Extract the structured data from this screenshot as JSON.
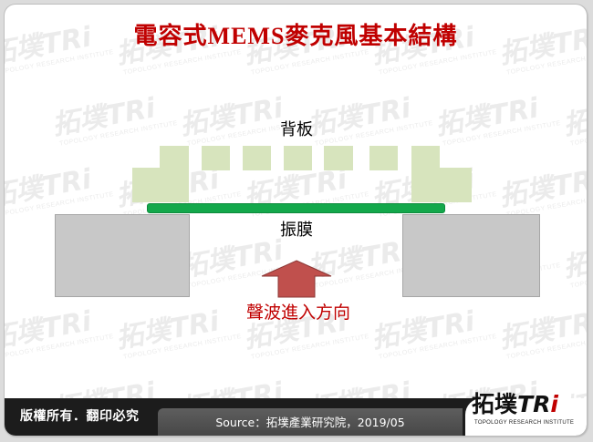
{
  "slide": {
    "title": "電容式MEMS麥克風基本結構"
  },
  "watermark": {
    "logo": "拓墣TRi",
    "tagline": "TOPOLOGY RESEARCH INSTITUTE"
  },
  "diagram": {
    "backplate_label": "背板",
    "diaphragm_label": "振膜",
    "arrow_label": "聲波進入方向"
  },
  "footer": {
    "copyright": "版權所有．翻印必究",
    "source": "Source：拓墣產業研究院，2019/05",
    "logo": {
      "cn": "拓墣",
      "tr": "TR",
      "i": "i",
      "tagline": "TOPOLOGY RESEARCH INSTITUTE"
    }
  },
  "colors": {
    "title": "#c00000",
    "backplate": "#d7e4bd",
    "diaphragm": "#13a84b",
    "diaphragm_edge": "#0e8a3d",
    "substrate": "#c8c8c8",
    "substrate_edge": "#a6a6a6",
    "arrow": "#c0504d",
    "arrow_edge": "#8c3836",
    "arrow_label": "#c00000",
    "footer": "#1c1c1c",
    "source_box": "#474747",
    "logo_accent": "#c00000",
    "watermark": "#ebebeb"
  }
}
